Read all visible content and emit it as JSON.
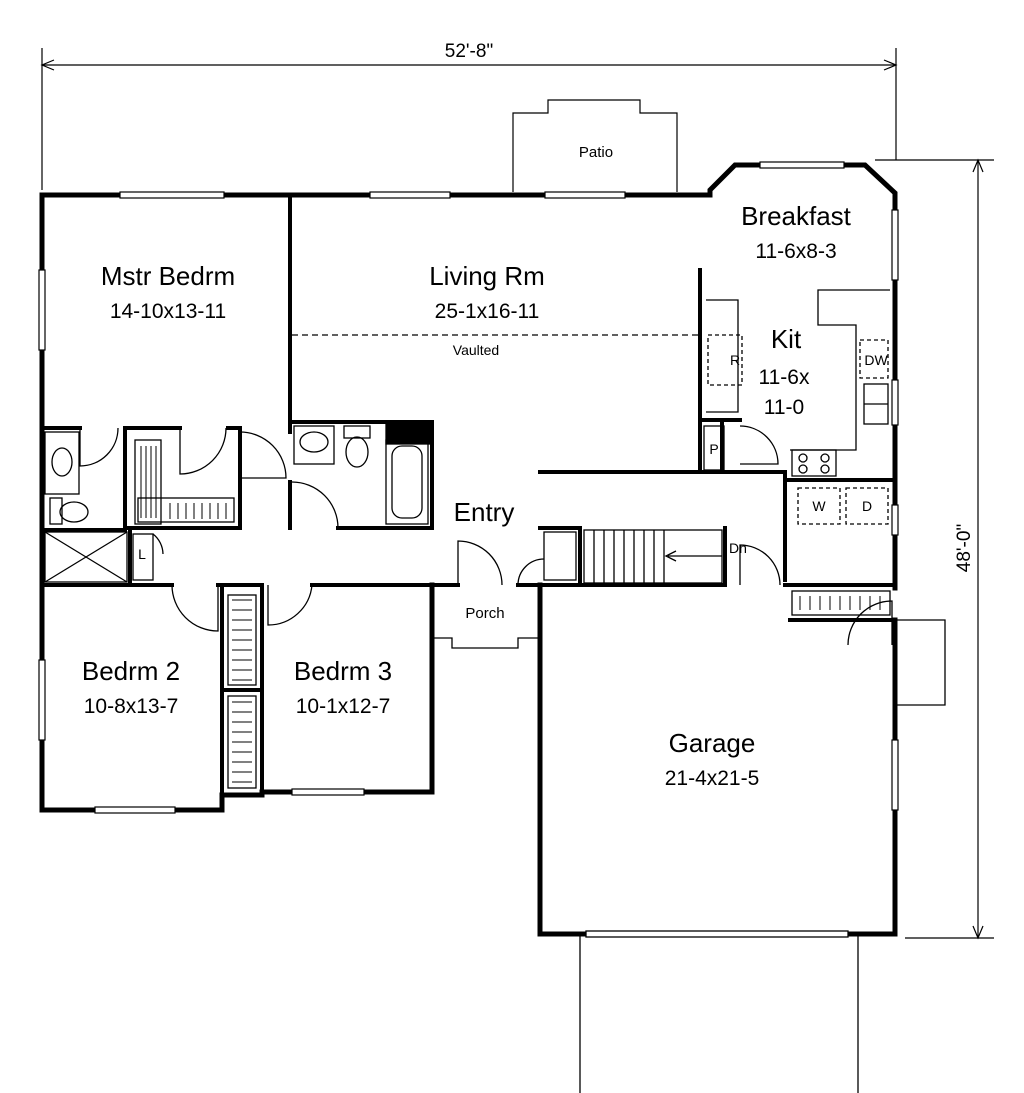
{
  "overall": {
    "width_label": "52'-8\"",
    "depth_label": "48'-0\""
  },
  "rooms": {
    "master": {
      "name": "Mstr Bedrm",
      "dims": "14-10x13-11"
    },
    "living": {
      "name": "Living Rm",
      "dims": "25-1x16-11",
      "note": "Vaulted"
    },
    "breakfast": {
      "name": "Breakfast",
      "dims": "11-6x8-3"
    },
    "kitchen": {
      "name": "Kit",
      "dims_line1": "11-6x",
      "dims_line2": "11-0"
    },
    "bedroom2": {
      "name": "Bedrm 2",
      "dims": "10-8x13-7"
    },
    "bedroom3": {
      "name": "Bedrm 3",
      "dims": "10-1x12-7"
    },
    "garage": {
      "name": "Garage",
      "dims": "21-4x21-5"
    }
  },
  "labels": {
    "patio": "Patio",
    "entry": "Entry",
    "porch": "Porch",
    "stairs_down": "Dn",
    "refrigerator": "R",
    "dishwasher": "DW",
    "pantry": "P",
    "washer": "W",
    "dryer": "D",
    "linen": "L"
  }
}
